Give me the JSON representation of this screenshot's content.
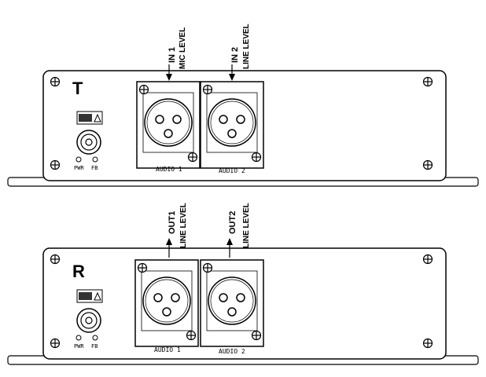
{
  "transmitter": {
    "letter": "T",
    "callouts": [
      {
        "id": "IN 1",
        "level": "MIC LEVEL"
      },
      {
        "id": "IN 2",
        "level": "LINE LEVEL"
      }
    ],
    "ports": [
      "AUDIO 1",
      "AUDIO 2"
    ],
    "leds": [
      "PWR",
      "FB"
    ],
    "signal_direction": "in"
  },
  "receiver": {
    "letter": "R",
    "callouts": [
      {
        "id": "OUT1",
        "level": "LINE LEVEL"
      },
      {
        "id": "OUT2",
        "level": "LINE LEVEL"
      }
    ],
    "ports": [
      "AUDIO 1",
      "AUDIO 2"
    ],
    "leds": [
      "PWR",
      "FB"
    ],
    "signal_direction": "out"
  }
}
